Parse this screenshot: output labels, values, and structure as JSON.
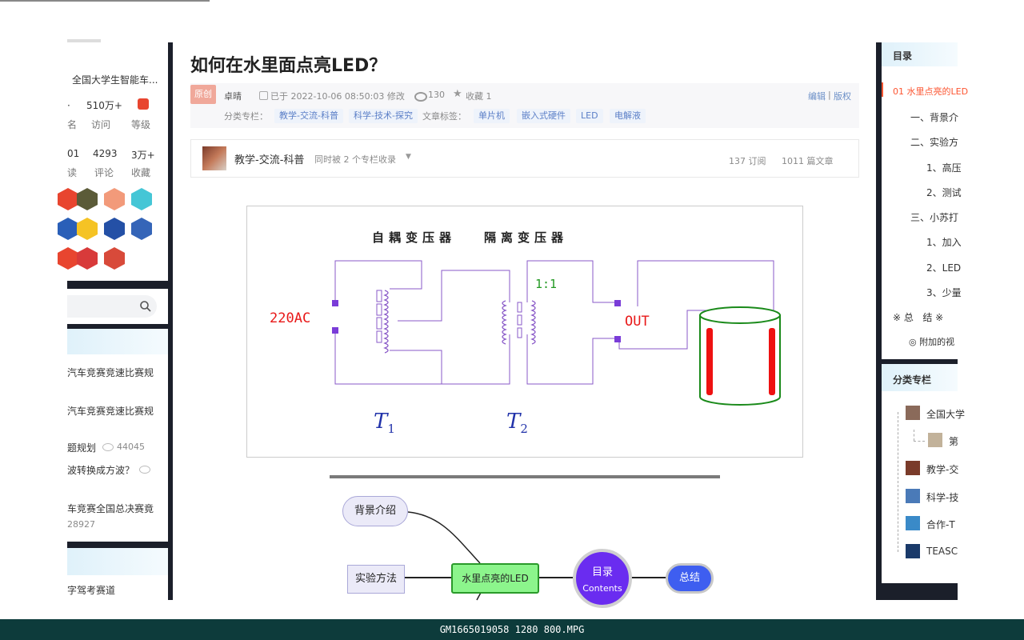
{
  "left": {
    "blog_title": "全国大学生智能车...",
    "stats_row1": [
      {
        "num": "510万+",
        "label": "访问"
      },
      {
        "num": "",
        "label": "等级"
      }
    ],
    "stats_row1_partial": [
      "名"
    ],
    "stats_row2": [
      {
        "num": "4293",
        "label": "评论"
      },
      {
        "num": "3万+",
        "label": "收藏"
      }
    ],
    "stats_row2_partial": {
      "num": "01",
      "label": "读"
    },
    "hot_articles": [
      {
        "title": "汽车竞赛竞速比赛规"
      },
      {
        "title": "汽车竞赛竞速比赛规"
      },
      {
        "title": "题规划",
        "views": "44045"
      },
      {
        "title": "波转换成方波？"
      },
      {
        "title": "车竞赛全国总决赛竟",
        "views": "28927"
      }
    ],
    "last_link": "字驾考赛道"
  },
  "article": {
    "title": "如何在水里面点亮LED？",
    "original_badge": "原创",
    "author": "卓晴",
    "date": "已于 2022-10-06 08:50:03 修改",
    "views": "130",
    "collect": "收藏 1",
    "edit": "编辑",
    "copyright": "版权",
    "column_label": "分类专栏：",
    "columns": [
      "教学-交流-科普",
      "科学-技术-探究"
    ],
    "tag_label": "文章标签：",
    "tags": [
      "单片机",
      "嵌入式硬件",
      "LED",
      "电解液"
    ],
    "col_name": "教学-交流-科普",
    "col_also": "同时被 2 个专栏收录",
    "col_subs": "137 订阅",
    "col_articles": "1011 篇文章"
  },
  "circuit": {
    "label_auto": "自耦变压器",
    "label_iso": "隔离变压器",
    "ratio": "1:1",
    "input": "220AC",
    "output": "OUT",
    "t1": "T",
    "t1_sub": "1",
    "t2": "T",
    "t2_sub": "2"
  },
  "mindmap": {
    "bg": "背景介绍",
    "exp": "实验方法",
    "center": "水里点亮的LED",
    "toc": "目录",
    "toc_en": "Contents",
    "summary": "总结"
  },
  "right": {
    "toc_title": "目录",
    "toc": [
      "01 水里点亮的LED",
      "一、背景介",
      "二、实验方",
      "1、高压",
      "2、测试",
      "三、小苏打",
      "1、加入",
      "2、LED",
      "3、少量",
      "※ 总   结 ※",
      "◎ 附加的视"
    ],
    "cat_title": "分类专栏",
    "cats": [
      "全国大学",
      "第",
      "教学-交",
      "科学-技",
      "合作-T",
      "TEASC"
    ]
  },
  "footer": "GM1665019058 1280 800.MPG",
  "colors": {
    "accent": "#fc5531",
    "link": "#5b7fc7",
    "mind_center": "#8cf58c",
    "mind_toc": "#6a2cf0",
    "mind_sum": "#3e5ef0"
  }
}
